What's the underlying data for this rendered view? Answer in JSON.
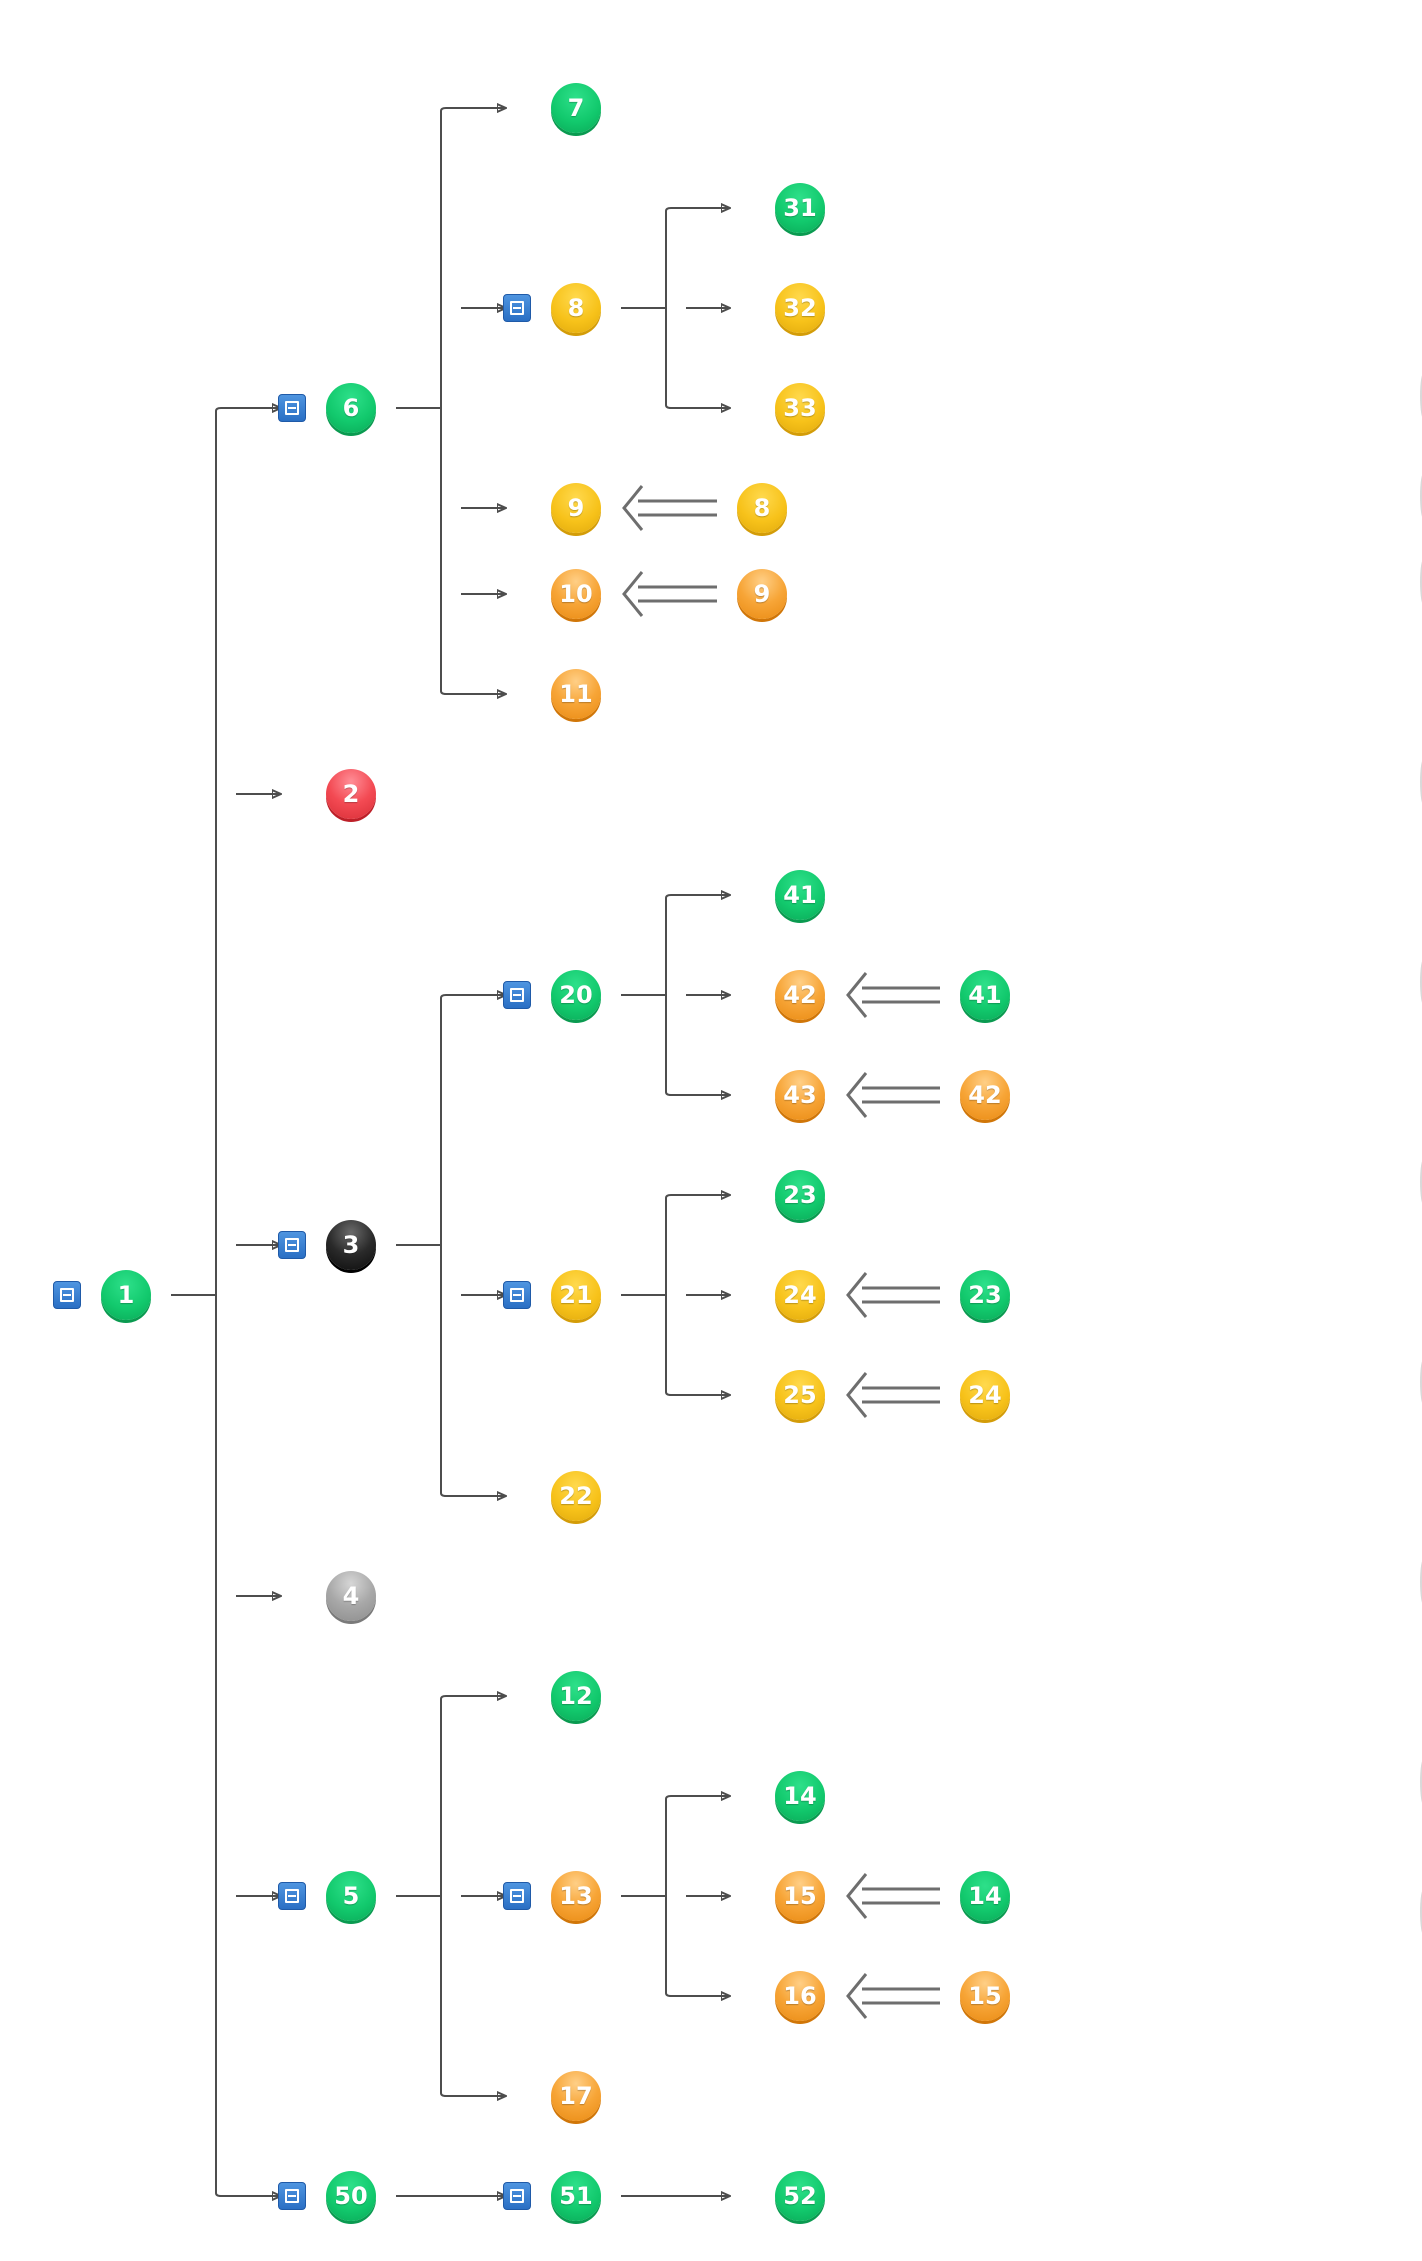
{
  "colors": {
    "green": "#12c96d",
    "yellow": "#f7c21a",
    "orange": "#f7a537",
    "red": "#f34a53",
    "black": "#1a1a1a",
    "gray": "#a8a8a8",
    "toggle_blue": "#2a6fc4",
    "line": "#4d4d4d"
  },
  "icons": {
    "toggle": "collapse-icon",
    "dependency": "double-arrow-left-icon"
  },
  "nodes": [
    {
      "id": "n1",
      "label": "1",
      "status": "green",
      "collapse_toggle": true
    },
    {
      "id": "n6",
      "label": "6",
      "status": "green",
      "collapse_toggle": true
    },
    {
      "id": "n2",
      "label": "2",
      "status": "red",
      "collapse_toggle": false
    },
    {
      "id": "n3",
      "label": "3",
      "status": "black",
      "collapse_toggle": true
    },
    {
      "id": "n4",
      "label": "4",
      "status": "gray",
      "collapse_toggle": false
    },
    {
      "id": "n5",
      "label": "5",
      "status": "green",
      "collapse_toggle": true
    },
    {
      "id": "n50",
      "label": "50",
      "status": "green",
      "collapse_toggle": true
    },
    {
      "id": "n7",
      "label": "7",
      "status": "green",
      "collapse_toggle": false
    },
    {
      "id": "n8",
      "label": "8",
      "status": "yellow",
      "collapse_toggle": true
    },
    {
      "id": "n9",
      "label": "9",
      "status": "yellow",
      "collapse_toggle": false
    },
    {
      "id": "n10",
      "label": "10",
      "status": "orange",
      "collapse_toggle": false
    },
    {
      "id": "n11",
      "label": "11",
      "status": "orange",
      "collapse_toggle": false
    },
    {
      "id": "n31",
      "label": "31",
      "status": "green",
      "collapse_toggle": false
    },
    {
      "id": "n32",
      "label": "32",
      "status": "yellow",
      "collapse_toggle": false
    },
    {
      "id": "n33",
      "label": "33",
      "status": "yellow",
      "collapse_toggle": false
    },
    {
      "id": "d9_8",
      "label": "8",
      "status": "yellow",
      "collapse_toggle": false
    },
    {
      "id": "d10_9",
      "label": "9",
      "status": "orange",
      "collapse_toggle": false
    },
    {
      "id": "n20",
      "label": "20",
      "status": "green",
      "collapse_toggle": true
    },
    {
      "id": "n21",
      "label": "21",
      "status": "yellow",
      "collapse_toggle": true
    },
    {
      "id": "n22",
      "label": "22",
      "status": "yellow",
      "collapse_toggle": false
    },
    {
      "id": "n41",
      "label": "41",
      "status": "green",
      "collapse_toggle": false
    },
    {
      "id": "n42",
      "label": "42",
      "status": "orange",
      "collapse_toggle": false
    },
    {
      "id": "n43",
      "label": "43",
      "status": "orange",
      "collapse_toggle": false
    },
    {
      "id": "d42_41",
      "label": "41",
      "status": "green",
      "collapse_toggle": false
    },
    {
      "id": "d43_42",
      "label": "42",
      "status": "orange",
      "collapse_toggle": false
    },
    {
      "id": "n23",
      "label": "23",
      "status": "green",
      "collapse_toggle": false
    },
    {
      "id": "n24",
      "label": "24",
      "status": "yellow",
      "collapse_toggle": false
    },
    {
      "id": "n25",
      "label": "25",
      "status": "yellow",
      "collapse_toggle": false
    },
    {
      "id": "d24_23",
      "label": "23",
      "status": "green",
      "collapse_toggle": false
    },
    {
      "id": "d25_24",
      "label": "24",
      "status": "yellow",
      "collapse_toggle": false
    },
    {
      "id": "n12",
      "label": "12",
      "status": "green",
      "collapse_toggle": false
    },
    {
      "id": "n13",
      "label": "13",
      "status": "orange",
      "collapse_toggle": true
    },
    {
      "id": "n17",
      "label": "17",
      "status": "orange",
      "collapse_toggle": false
    },
    {
      "id": "n14",
      "label": "14",
      "status": "green",
      "collapse_toggle": false
    },
    {
      "id": "n15",
      "label": "15",
      "status": "orange",
      "collapse_toggle": false
    },
    {
      "id": "n16",
      "label": "16",
      "status": "orange",
      "collapse_toggle": false
    },
    {
      "id": "d15_14",
      "label": "14",
      "status": "green",
      "collapse_toggle": false
    },
    {
      "id": "d16_15",
      "label": "15",
      "status": "orange",
      "collapse_toggle": false
    },
    {
      "id": "n51",
      "label": "51",
      "status": "green",
      "collapse_toggle": true
    },
    {
      "id": "n52",
      "label": "52",
      "status": "green",
      "collapse_toggle": false
    }
  ],
  "tree": [
    {
      "parent": "n1",
      "children": [
        "n6",
        "n2",
        "n3",
        "n4",
        "n5",
        "n50"
      ]
    },
    {
      "parent": "n6",
      "children": [
        "n7",
        "n8",
        "n9",
        "n10",
        "n11"
      ]
    },
    {
      "parent": "n8",
      "children": [
        "n31",
        "n32",
        "n33"
      ]
    },
    {
      "parent": "n3",
      "children": [
        "n20",
        "n21",
        "n22"
      ]
    },
    {
      "parent": "n20",
      "children": [
        "n41",
        "n42",
        "n43"
      ]
    },
    {
      "parent": "n21",
      "children": [
        "n23",
        "n24",
        "n25"
      ]
    },
    {
      "parent": "n5",
      "children": [
        "n12",
        "n13",
        "n17"
      ]
    },
    {
      "parent": "n13",
      "children": [
        "n14",
        "n15",
        "n16"
      ]
    },
    {
      "parent": "n50",
      "children": [
        "n51"
      ]
    },
    {
      "parent": "n51",
      "children": [
        "n52"
      ]
    }
  ],
  "dependencies": [
    {
      "node": "n9",
      "depends_on": "d9_8"
    },
    {
      "node": "n10",
      "depends_on": "d10_9"
    },
    {
      "node": "n42",
      "depends_on": "d42_41"
    },
    {
      "node": "n43",
      "depends_on": "d43_42"
    },
    {
      "node": "n24",
      "depends_on": "d24_23"
    },
    {
      "node": "n25",
      "depends_on": "d25_24"
    },
    {
      "node": "n15",
      "depends_on": "d15_14"
    },
    {
      "node": "n16",
      "depends_on": "d16_15"
    }
  ]
}
